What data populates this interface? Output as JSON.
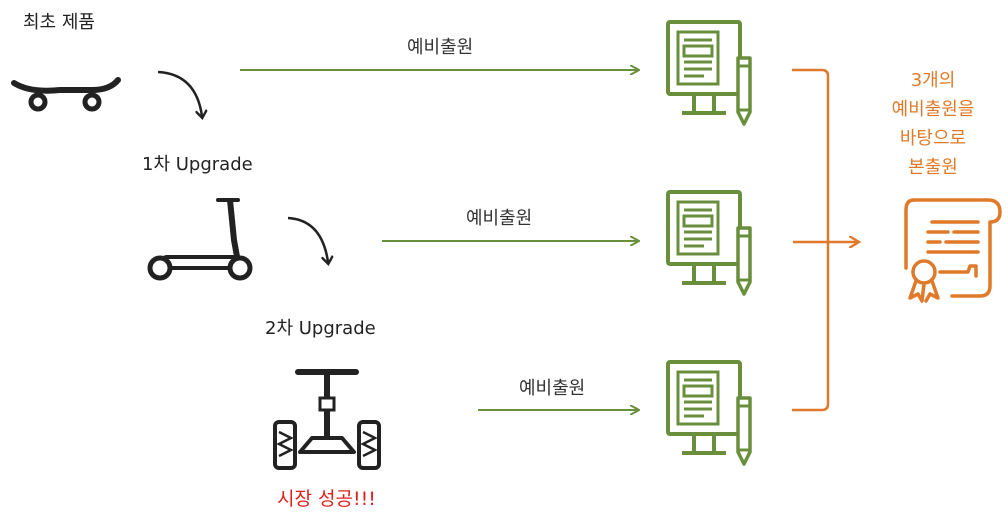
{
  "labels": {
    "original_product": "최초 제품",
    "upgrade1": "1차 Upgrade",
    "upgrade2": "2차 Upgrade",
    "success": "시장 성공!!!"
  },
  "arrows": [
    "예비출원",
    "예비출원",
    "예비출원"
  ],
  "note": [
    "3개의",
    "예비출원을",
    "바탕으로",
    "본출원"
  ],
  "icons": {
    "product1": "skateboard-icon",
    "product2": "kick-scooter-icon",
    "product3": "self-balancing-scooter-icon",
    "filing": "document-with-pencil-icon",
    "final": "certificate-scroll-icon"
  },
  "colors": {
    "green": "#6a8f3c",
    "orange": "#e07a2a",
    "red": "#e0201b",
    "dark": "#222222"
  }
}
